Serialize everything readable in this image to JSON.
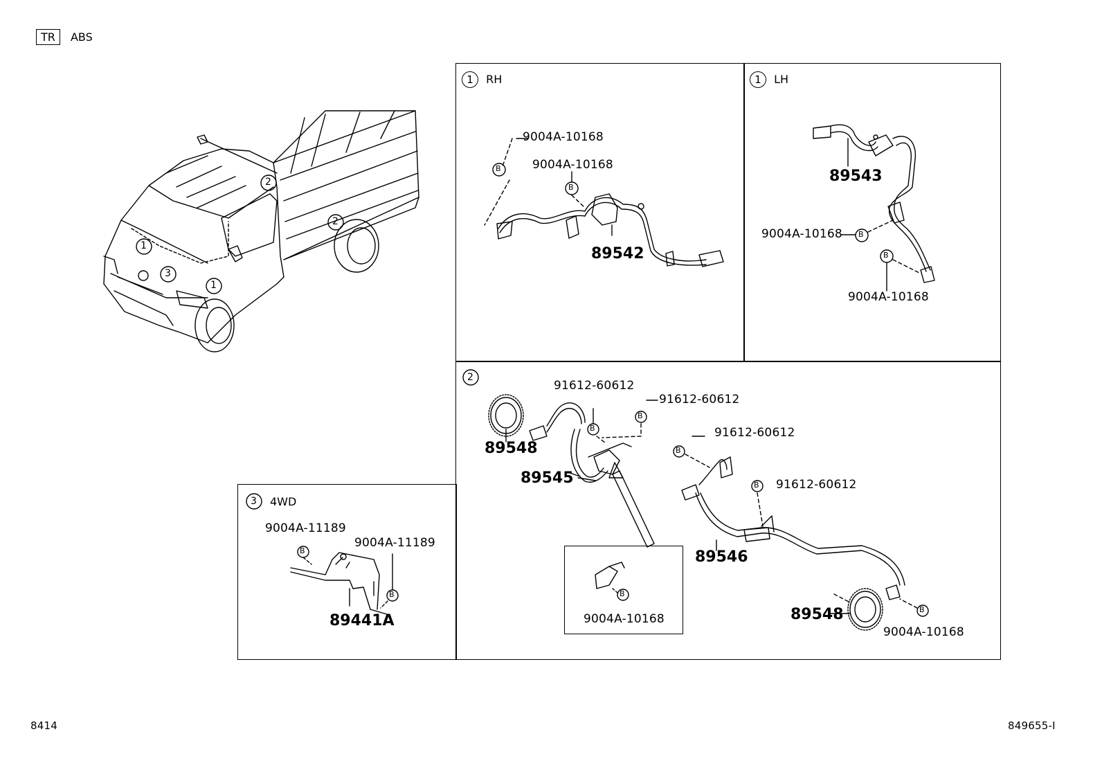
{
  "header": {
    "code_box": "TR",
    "title": "ABS"
  },
  "footer": {
    "left": "8414",
    "right": "849655-I"
  },
  "truck": {
    "callout_1": "1",
    "callout_2": "2",
    "callout_3": "3"
  },
  "panel_rh": {
    "marker": "1",
    "label": "RH",
    "bolt_1": "9004A-10168",
    "bolt_2": "9004A-10168",
    "part": "89542",
    "b_mark": "B"
  },
  "panel_lh": {
    "marker": "1",
    "label": "LH",
    "part": "89543",
    "bolt_1": "9004A-10168",
    "bolt_2": "9004A-10168",
    "b_mark": "B"
  },
  "panel_2": {
    "marker": "2",
    "bolt_a": "91612-60612",
    "bolt_b": "91612-60612",
    "bolt_c": "91612-60612",
    "bolt_d": "91612-60612",
    "rotor_1": "89548",
    "sensor_front": "89545",
    "sensor_rear": "89546",
    "rotor_2": "89548",
    "inset_bolt": "9004A-10168",
    "rear_bolt": "9004A-10168",
    "b_mark": "B"
  },
  "panel_3": {
    "marker": "3",
    "label": "4WD",
    "bolt_1": "9004A-11189",
    "bolt_2": "9004A-11189",
    "part": "89441A",
    "b_mark": "B"
  }
}
